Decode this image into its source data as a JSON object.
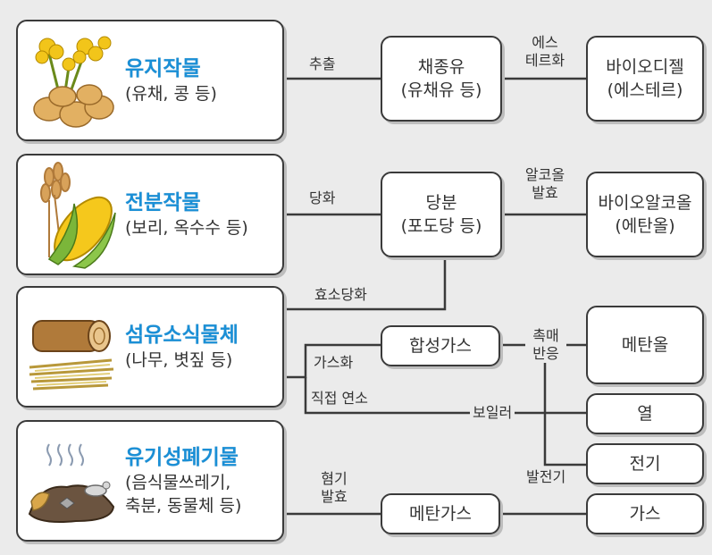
{
  "sources": {
    "oil": {
      "title": "유지작물",
      "sub": "(유채, 콩 등)"
    },
    "starch": {
      "title": "전분작물",
      "sub": "(보리, 옥수수 등)"
    },
    "fiber": {
      "title": "섬유소식물체",
      "sub": "(나무, 볏짚 등)"
    },
    "waste": {
      "title": "유기성폐기물",
      "sub_lines": [
        "(음식물쓰레기,",
        "축분, 동물체 등)"
      ]
    }
  },
  "nodes": {
    "rapeseed_oil": [
      "채종유",
      "(유채유 등)"
    ],
    "sugar": [
      "당분",
      "(포도당 등)"
    ],
    "syngas": [
      "합성가스"
    ],
    "methane_gas": [
      "메탄가스"
    ],
    "biodiesel": [
      "바이오디젤",
      "(에스테르)"
    ],
    "bioalcohol": [
      "바이오알코올",
      "(에탄올)"
    ],
    "methanol": [
      "메탄올"
    ],
    "heat": [
      "열"
    ],
    "electricity": [
      "전기"
    ],
    "gas": [
      "가스"
    ]
  },
  "labels": {
    "extraction": "추출",
    "esterification": [
      "에스",
      "테르화"
    ],
    "saccharification": "당화",
    "alcohol_fermentation": [
      "알코올",
      "발효"
    ],
    "enzymatic_saccharification": "효소당화",
    "gasification": "가스화",
    "catalytic_reaction": [
      "촉매",
      "반응"
    ],
    "direct_combustion": "직접 연소",
    "boiler": "보일러",
    "generator": "발전기",
    "anaerobic_fermentation": [
      "혐기",
      "발효"
    ]
  },
  "icons": [
    "rapeseed-flower-icon",
    "wheat-corn-icon",
    "log-straw-icon",
    "food-waste-icon"
  ],
  "colors": {
    "title_blue": "#1a8fd6",
    "background": "#ebebeb",
    "line": "#333333"
  }
}
